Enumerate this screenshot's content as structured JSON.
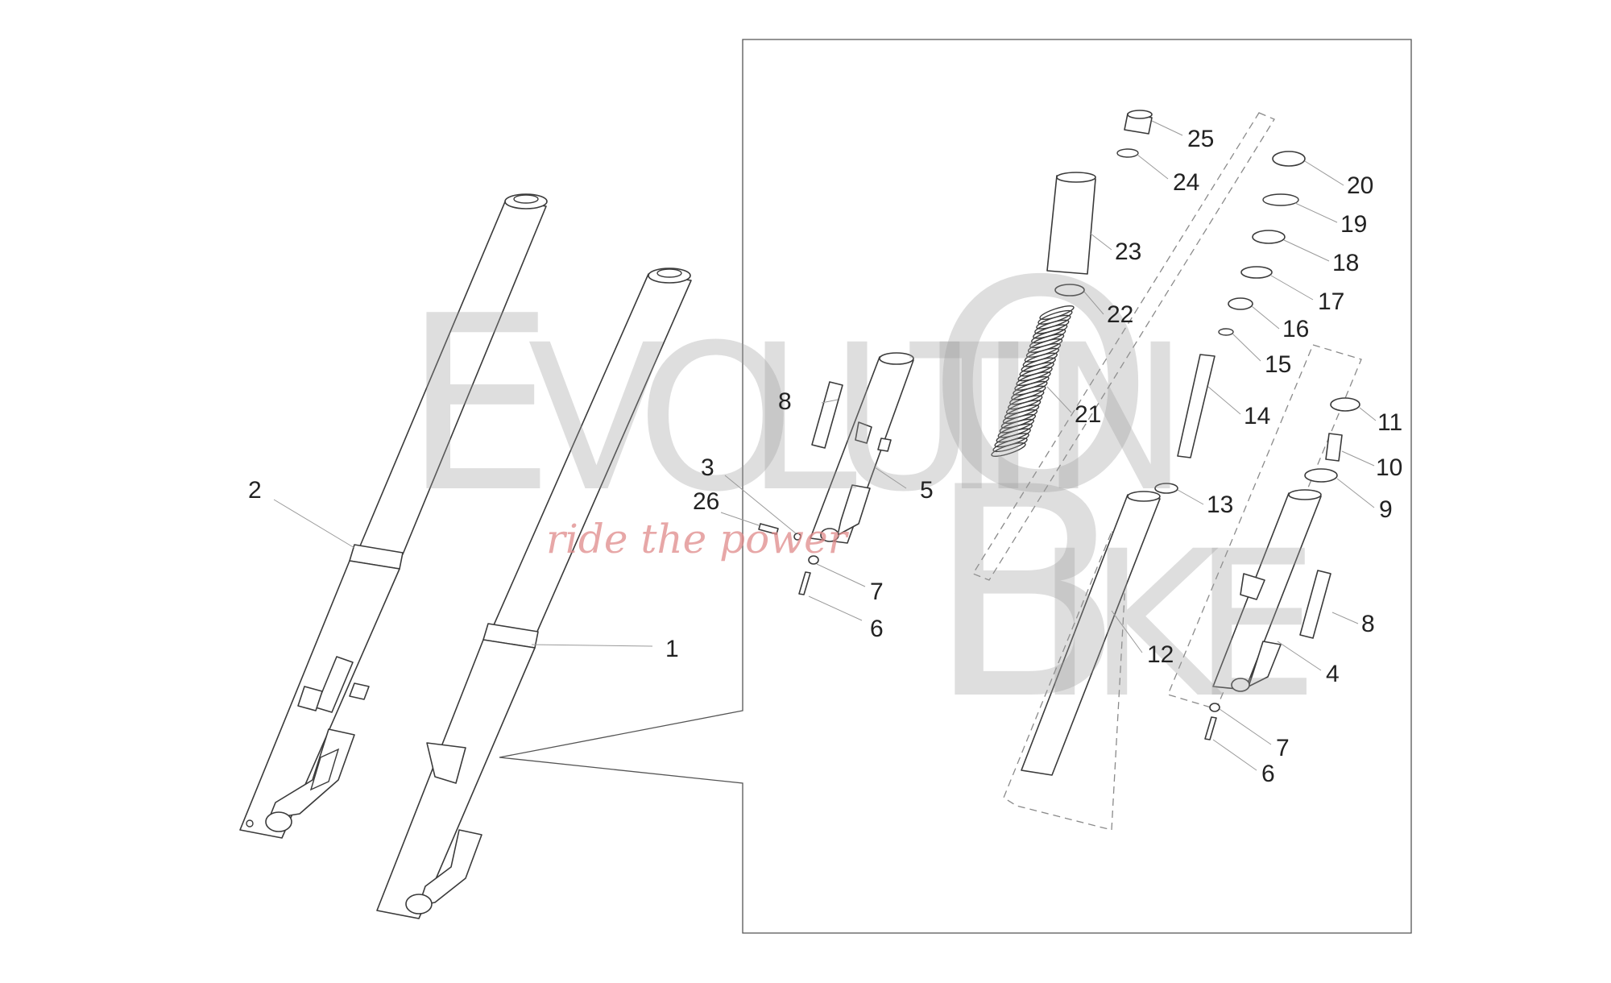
{
  "diagram": {
    "callouts": [
      {
        "label": "1"
      },
      {
        "label": "2"
      },
      {
        "label": "3"
      },
      {
        "label": "4"
      },
      {
        "label": "5"
      },
      {
        "label": "6"
      },
      {
        "label": "6"
      },
      {
        "label": "7"
      },
      {
        "label": "7"
      },
      {
        "label": "8"
      },
      {
        "label": "8"
      },
      {
        "label": "9"
      },
      {
        "label": "10"
      },
      {
        "label": "11"
      },
      {
        "label": "12"
      },
      {
        "label": "13"
      },
      {
        "label": "14"
      },
      {
        "label": "15"
      },
      {
        "label": "16"
      },
      {
        "label": "17"
      },
      {
        "label": "18"
      },
      {
        "label": "19"
      },
      {
        "label": "20"
      },
      {
        "label": "21"
      },
      {
        "label": "22"
      },
      {
        "label": "23"
      },
      {
        "label": "24"
      },
      {
        "label": "25"
      },
      {
        "label": "26"
      }
    ]
  },
  "watermark": {
    "letters_top": [
      "E",
      "V",
      "O",
      "L",
      "U",
      "T",
      "I",
      "O",
      "N"
    ],
    "letters_bottom": [
      "B",
      "I",
      "K",
      "E"
    ],
    "tagline": "ride the power"
  },
  "colors": {
    "line": "#3a3a3a",
    "watermark_gray": "#9c9c9c",
    "watermark_red": "#e08a8a"
  }
}
